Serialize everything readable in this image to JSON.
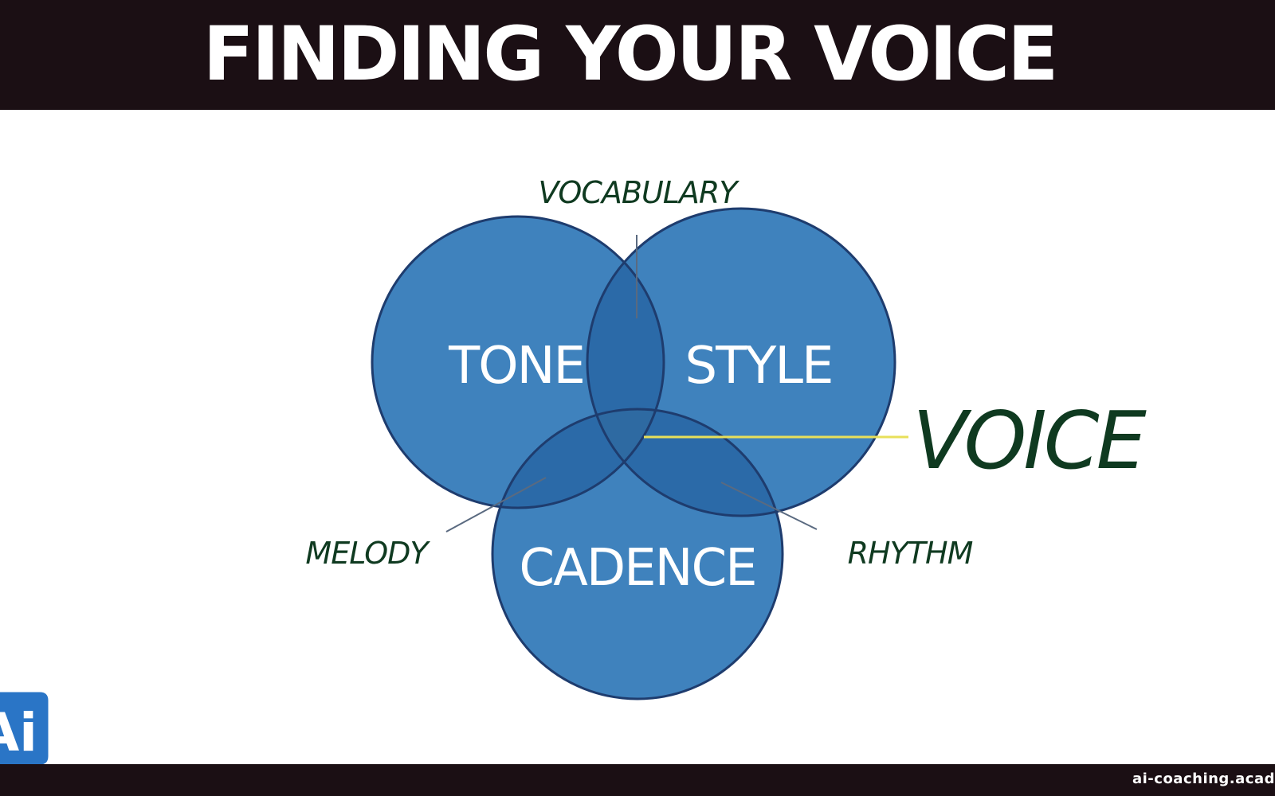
{
  "title": "FINDING YOUR VOICE",
  "diagram": {
    "circles": {
      "tone": "TONE",
      "style": "STYLE",
      "cadence": "CADENCE"
    },
    "intersections": {
      "tone_style": "VOCABULARY",
      "tone_cadence": "MELODY",
      "style_cadence": "RHYTHM",
      "center": "VOICE"
    }
  },
  "footer": {
    "url": "ai-coaching.acad"
  },
  "logo": {
    "text": "Ai",
    "icon": "speech-bubble-logo-icon"
  },
  "colors": {
    "header_bg": "#1b0f14",
    "circle_fill": "#3f82bd",
    "circle_stroke": "#1e3c6e",
    "overlap_fill": "#2b6aa8",
    "handwriting": "#0f3a20",
    "voice_pointer": "#e8e05a",
    "logo": "#2a75c6"
  }
}
